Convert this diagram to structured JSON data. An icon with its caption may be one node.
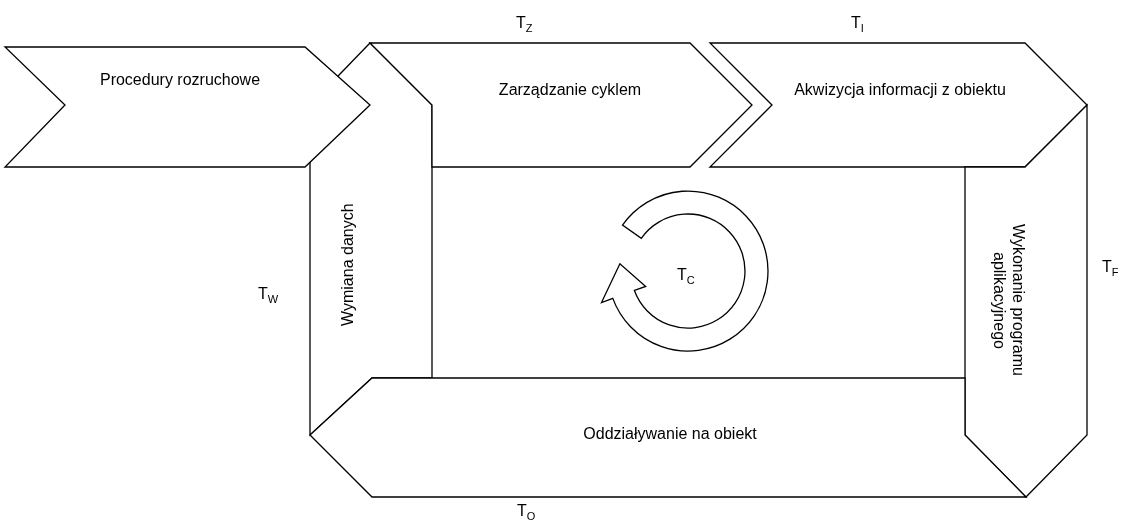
{
  "diagram": {
    "nodes": [
      {
        "text": [
          "Wymiana danych"
        ]
      },
      {
        "text": [
          "Procedury rozruchowe"
        ]
      },
      {
        "text": [
          "Zarządzanie cyklem"
        ]
      },
      {
        "text": [
          "Akwizycja informacji z obiektu"
        ]
      },
      {
        "text": [
          "Wykonanie programu aplikacyjnego"
        ]
      },
      {
        "text": [
          "Oddziaływanie na obiekt"
        ]
      }
    ],
    "edges": [],
    "labels": [
      "T$_{Z}$",
      "T$_{I}$",
      "T$_{F}$",
      "T$_{C}$",
      "T$_{W}$",
      "T$_{O}$"
    ]
  }
}
